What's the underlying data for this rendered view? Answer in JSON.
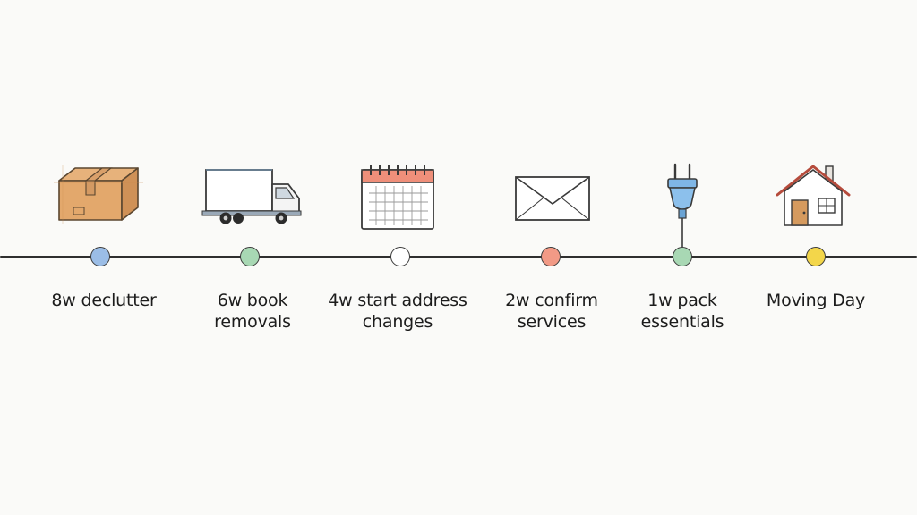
{
  "timeline": {
    "steps": [
      {
        "line1": "8w declutter",
        "line2": "",
        "icon": "box-icon",
        "color": "#9bbde6"
      },
      {
        "line1": "6w book",
        "line2": "removals",
        "icon": "truck-icon",
        "color": "#a8d8b4"
      },
      {
        "line1": "4w start address",
        "line2": "changes",
        "icon": "calendar-icon",
        "color": "#ffffff"
      },
      {
        "line1": "2w confirm",
        "line2": "services",
        "icon": "envelope-icon",
        "color": "#f29a86"
      },
      {
        "line1": "1w pack",
        "line2": "essentials",
        "icon": "plug-icon",
        "color": "#a8d8b4"
      },
      {
        "line1": "Moving Day",
        "line2": "",
        "icon": "house-icon",
        "color": "#f3d64a"
      }
    ]
  }
}
